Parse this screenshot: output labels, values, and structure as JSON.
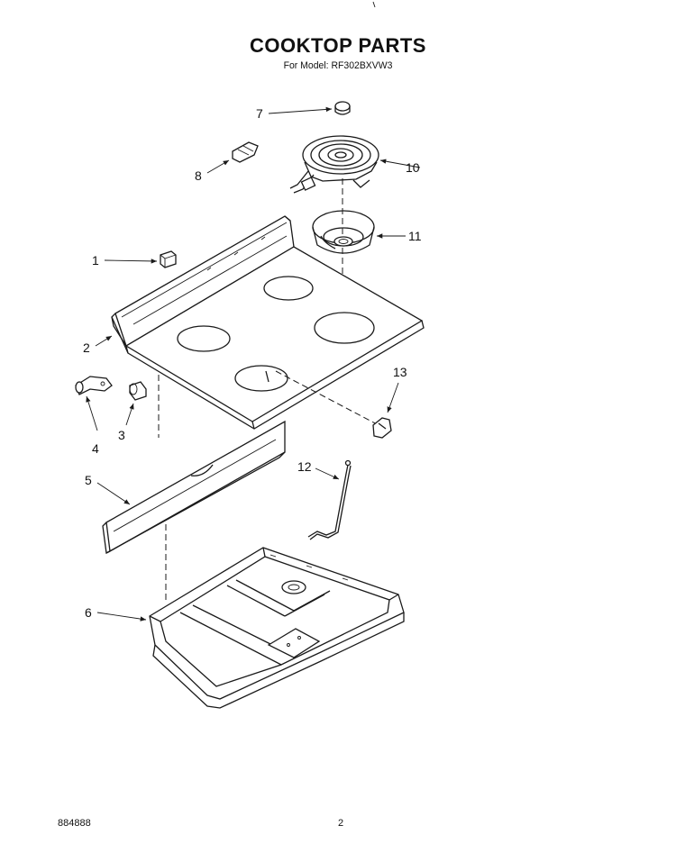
{
  "header": {
    "title": "COOKTOP PARTS",
    "subtitle": "For Model: RF302BXVW3"
  },
  "footer": {
    "doc_number": "884888",
    "page_number": "2"
  },
  "callouts": [
    "1",
    "2",
    "3",
    "4",
    "5",
    "6",
    "7",
    "8",
    "10",
    "11",
    "12",
    "13"
  ]
}
